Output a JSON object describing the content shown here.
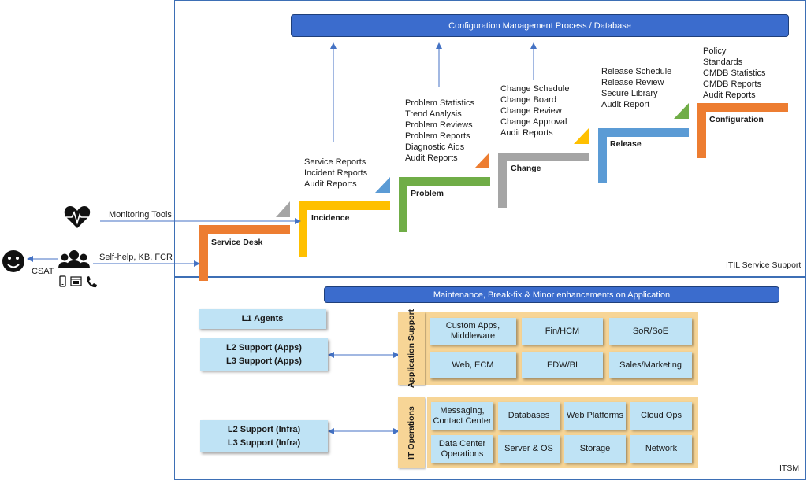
{
  "itil": {
    "title": "Configuration Management Process / Database",
    "corner_label": "ITIL Service Support",
    "stages": [
      {
        "key": "service-desk",
        "label": "Service Desk",
        "color": "#ed7d31",
        "items": []
      },
      {
        "key": "incidence",
        "label": "Incidence",
        "color": "#ffc000",
        "items": [
          "Service Reports",
          "Incident Reports",
          "Audit Reports"
        ]
      },
      {
        "key": "problem",
        "label": "Problem",
        "color": "#70ad47",
        "items": [
          "Problem Statistics",
          "Trend Analysis",
          "Problem Reviews",
          "Problem Reports",
          "Diagnostic Aids",
          "Audit Reports"
        ]
      },
      {
        "key": "change",
        "label": "Change",
        "color": "#a5a5a5",
        "items": [
          "Change Schedule",
          "Change Board",
          "Change Review",
          "Change Approval",
          "Audit Reports"
        ]
      },
      {
        "key": "release",
        "label": "Release",
        "color": "#5b9bd5",
        "items": [
          "Release Schedule",
          "Release Review",
          "Secure Library",
          "Audit Report"
        ]
      },
      {
        "key": "configuration",
        "label": "Configuration",
        "color": "#ed7d31",
        "items": [
          "Policy",
          "Standards",
          "CMDB Statistics",
          "CMDB Reports",
          "Audit Reports"
        ]
      }
    ],
    "monitoring_label": "Monitoring Tools",
    "selfhelp_label": "Self-help, KB, FCR",
    "csat_label": "CSAT"
  },
  "itsm": {
    "title": "Maintenance, Break-fix & Minor enhancements on Application",
    "corner_label": "ITSM",
    "l1": "L1 Agents",
    "l2_apps": "L2 Support (Apps)",
    "l3_apps": "L3 Support (Apps)",
    "l2_infra": "L2 Support (Infra)",
    "l3_infra": "L3 Support (Infra)",
    "app_support_label": "Application Support",
    "app_cells": [
      "Custom Apps, Middleware",
      "Fin/HCM",
      "SoR/SoE",
      "Web, ECM",
      "EDW/BI",
      "Sales/Marketing"
    ],
    "it_ops_label": "IT Operations",
    "ops_cells": [
      "Messaging, Contact Center",
      "Databases",
      "Web Platforms",
      "Cloud Ops",
      "Data Center Operations",
      "Server & OS",
      "Storage",
      "Network"
    ]
  },
  "colors": {
    "frame": "#3d6fb5",
    "bar": "#3b6ccd",
    "box": "#bfe3f5",
    "amber": "#f7d596"
  }
}
